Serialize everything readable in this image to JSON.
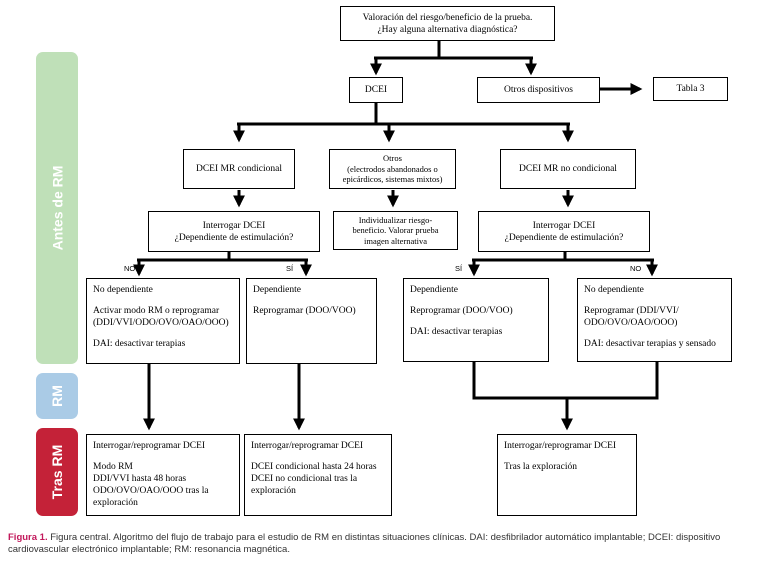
{
  "phases": {
    "antes": "Antes de RM",
    "rm": "RM",
    "tras": "Tras RM",
    "colors": {
      "antes": "#bfe0b8",
      "rm": "#aacbe6",
      "tras": "#c42238"
    }
  },
  "nodes": {
    "valoracion": [
      "Valoración del riesgo/beneficio de la prueba.",
      "¿Hay alguna alternativa diagnóstica?"
    ],
    "dcei": "DCEI",
    "otros_dispositivos": "Otros dispositivos",
    "tabla3": "Tabla 3",
    "dcei_mr_condicional": "DCEI  MR condicional",
    "otros": [
      "Otros",
      "(electrodos abandonados o",
      "epicárdicos, sistemas mixtos)"
    ],
    "dcei_mr_no_condicional": "DCEI MR no condicional",
    "interrogar_left": [
      "Interrogar DCEI",
      "¿Dependiente de estimulación?"
    ],
    "individualizar": [
      "Individualizar riesgo-",
      "beneficio. Valorar prueba",
      "imagen alternativa"
    ],
    "interrogar_right": [
      "Interrogar DCEI",
      "¿Dependiente de estimulación?"
    ],
    "no_dep_left": {
      "title": "No dependiente",
      "action": [
        "Activar modo RM o reprogramar",
        "(DDI/VVI/ODO/OVO/OAO/OOO)"
      ],
      "dai": "DAI: desactivar terapias"
    },
    "dep_left": {
      "title": "Dependiente",
      "action": "Reprogramar (DOO/VOO)"
    },
    "dep_right": {
      "title": "Dependiente",
      "action": "Reprogramar (DOO/VOO)",
      "dai": "DAI: desactivar terapias"
    },
    "no_dep_right": {
      "title": "No dependiente",
      "action": [
        "Reprogramar (DDI/VVI/",
        "ODO/OVO/OAO/OOO)"
      ],
      "dai": "DAI: desactivar terapias y sensado"
    },
    "post_left": {
      "title": "Interrogar/reprogramar DCEI",
      "lines": [
        "Modo RM",
        "DDI/VVI hasta 48 horas",
        "ODO/OVO/OAO/OOO tras la",
        "exploración"
      ]
    },
    "post_middle": {
      "title": "Interrogar/reprogramar DCEI",
      "lines": [
        "DCEI condicional hasta 24 horas",
        "DCEI no condicional tras la",
        "exploración"
      ]
    },
    "post_right": {
      "title": "Interrogar/reprogramar DCEI",
      "lines": [
        "Tras la exploración"
      ]
    }
  },
  "branch_labels": {
    "no_1": "NO",
    "si_1": "SÍ",
    "si_2": "SÍ",
    "no_2": "NO"
  },
  "caption": {
    "label": "Figura 1.",
    "text": " Figura central. Algoritmo del flujo de trabajo para el estudio de RM en distintas situaciones clínicas. DAI: desfibrilador automático implantable; DCEI: dispositivo cardiovascular electrónico implantable; RM: resonancia magnética."
  }
}
